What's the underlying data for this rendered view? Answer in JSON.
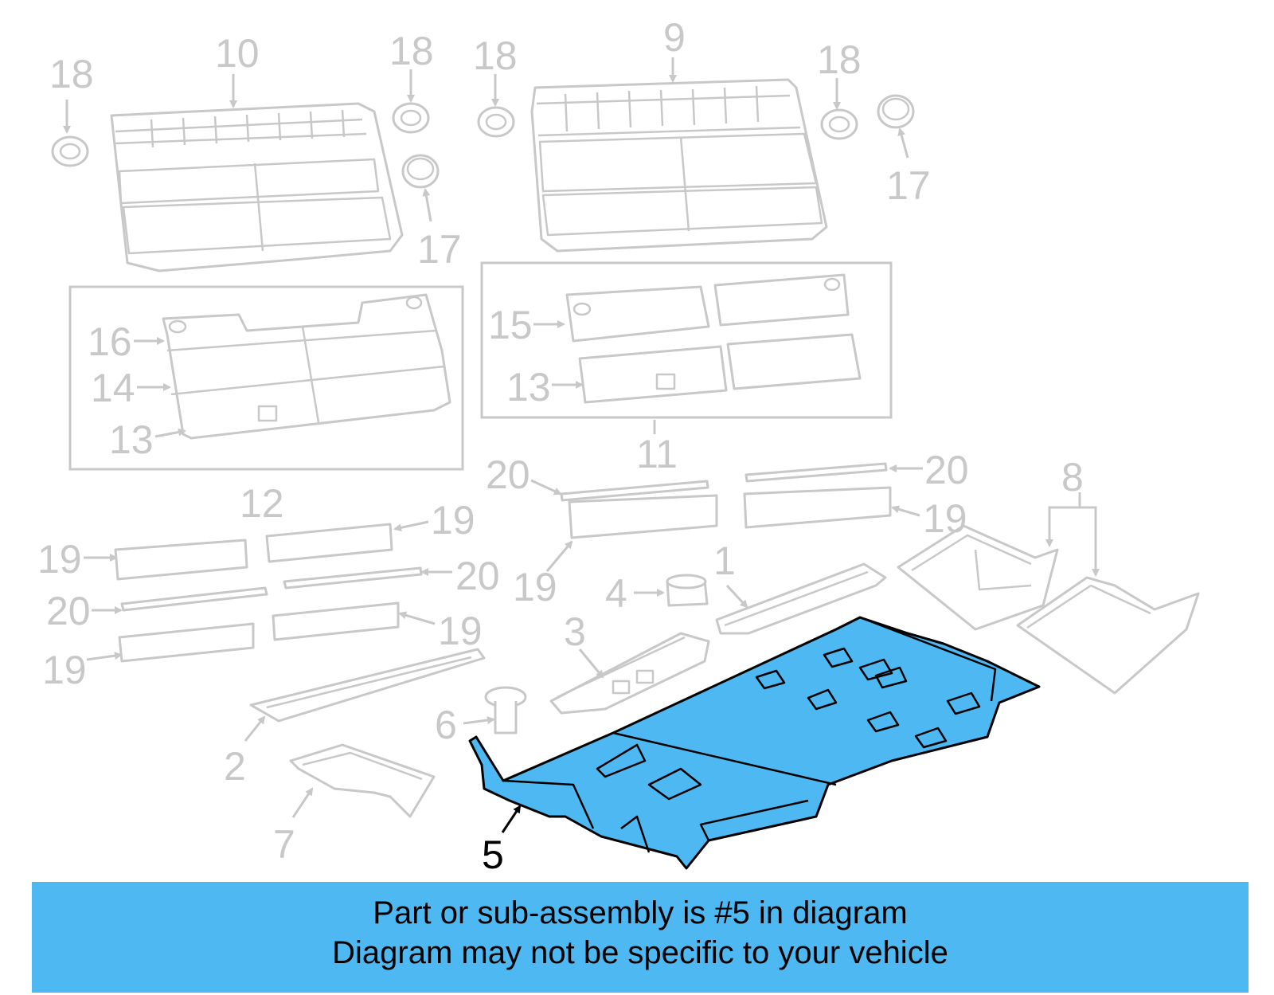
{
  "colors": {
    "highlight_fill": "#4db8f2",
    "banner_bg": "#4db8f2",
    "gray_parts": "#c8c8c8",
    "text_dark": "#000000"
  },
  "callouts": {
    "c1": "1",
    "c2": "2",
    "c3": "3",
    "c4": "4",
    "c5": "5",
    "c6": "6",
    "c7": "7",
    "c8": "8",
    "c9": "9",
    "c10": "10",
    "c11": "11",
    "c12": "12",
    "c13": "13",
    "c14": "14",
    "c15": "15",
    "c16": "16",
    "c17": "17",
    "c18": "18",
    "c19": "19",
    "c20": "20"
  },
  "highlighted_part": "5",
  "banner": {
    "line1": "Part or sub-assembly is #5 in diagram",
    "line2": "Diagram may not be specific to your vehicle"
  }
}
